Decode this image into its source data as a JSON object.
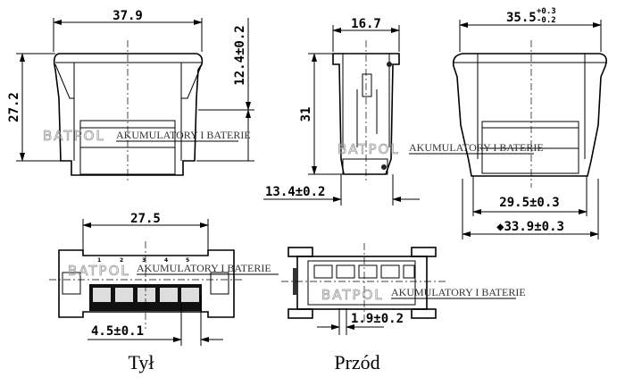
{
  "dimensions": {
    "rear_width": "37.9",
    "rear_height": "27.2",
    "rear_offset": "12.4±0.2",
    "side_depth": "16.7",
    "side_height": "31",
    "side_bottom": "13.4±0.2",
    "front_width_main": "35.5",
    "front_width_tol_plus": "+0.3",
    "front_width_tol_minus": "-0.2",
    "front_inner": "29.5±0.3",
    "front_outer": "◆33.9±0.3",
    "back_view_width": "27.5",
    "pin_pitch": "4.5±0.1",
    "front_view_gap": "1.9±0.2"
  },
  "pin_numbers": [
    "1",
    "2",
    "3",
    "4",
    "5"
  ],
  "captions": {
    "back": "Tył",
    "front": "Przód"
  },
  "watermark": {
    "brand": "BATPOL",
    "tagline": "AKUMULATORY I BATERIE"
  }
}
